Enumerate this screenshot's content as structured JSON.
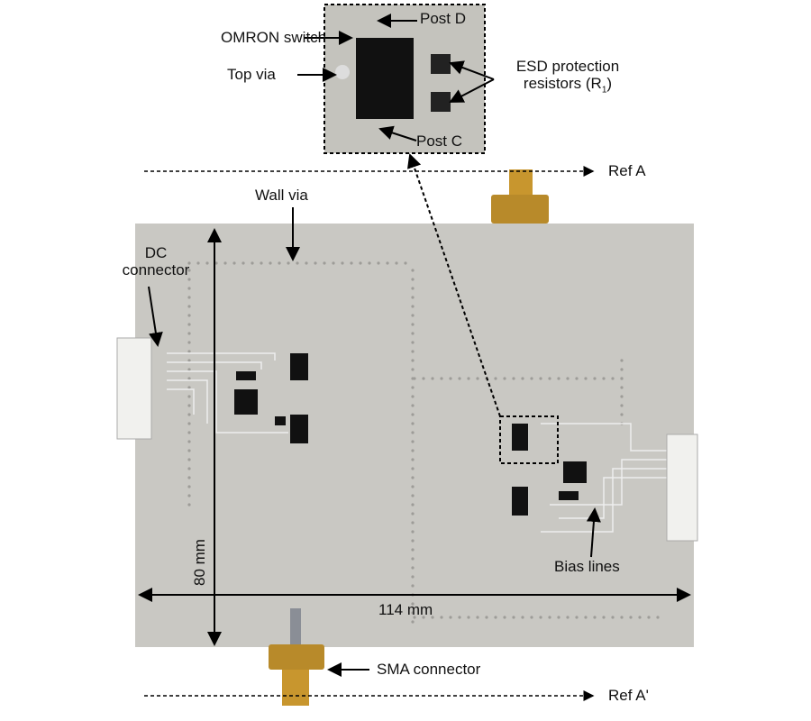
{
  "labels": {
    "omron_switch": "OMRON switch",
    "top_via": "Top via",
    "post_d": "Post D",
    "post_c": "Post C",
    "esd_line1": "ESD protection",
    "esd_line2": "resistors (R",
    "esd_sub": "1",
    "esd_close": ")",
    "ref_a": "Ref A",
    "ref_a_prime": "Ref A'",
    "wall_via": "Wall via",
    "dc_line1": "DC",
    "dc_line2": "connector",
    "height_dim": "80 mm",
    "width_dim": "114 mm",
    "bias_lines": "Bias lines",
    "sma_connector": "SMA connector"
  },
  "colors": {
    "board": "#c9c8c3",
    "gold": "#c8962e",
    "chip": "#111111"
  }
}
